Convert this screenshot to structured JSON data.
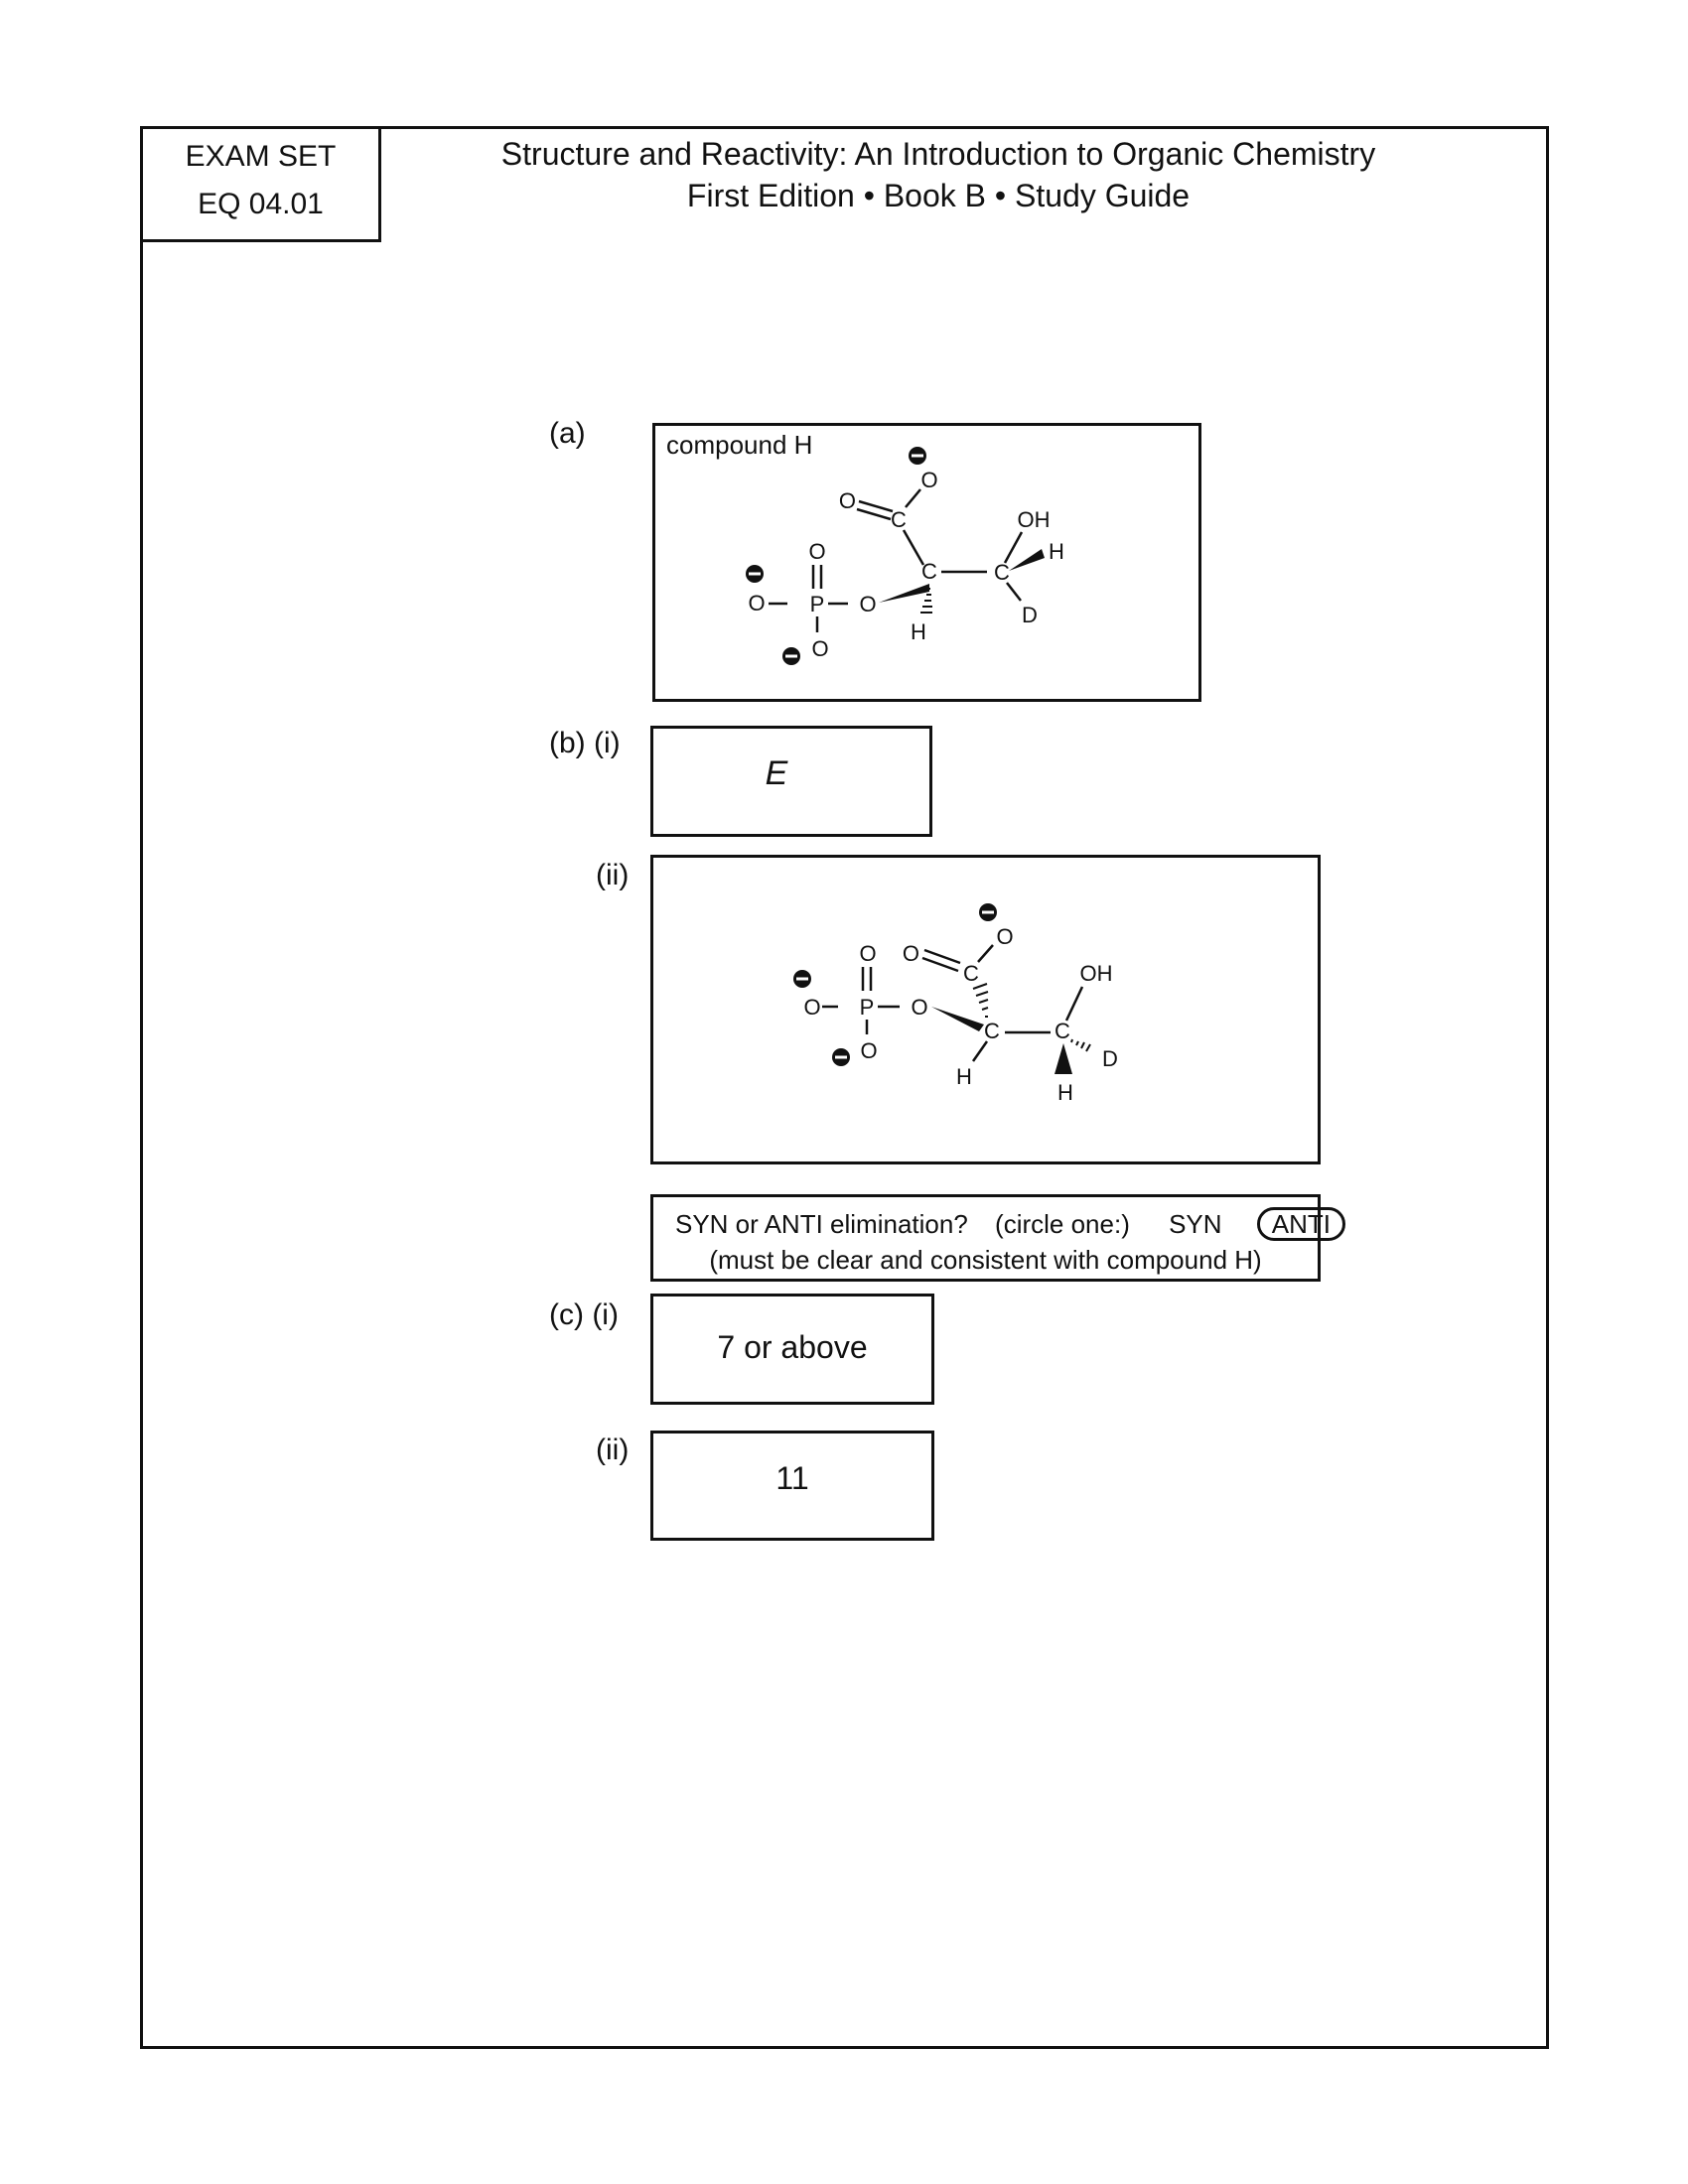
{
  "header": {
    "exam_set_label": "EXAM SET",
    "exam_set_code": "EQ 04.01",
    "title_line1": "Structure and Reactivity: An Introduction to Organic Chemistry",
    "title_line2": "First Edition • Book B • Study Guide"
  },
  "part_a": {
    "label": "(a)",
    "caption": "compound H",
    "atoms": {
      "O": "O",
      "P": "P",
      "C": "C",
      "H": "H",
      "D": "D",
      "OH": "OH",
      "minus": "−"
    }
  },
  "part_b": {
    "label_i": "(b) (i)",
    "answer_i": "E",
    "label_ii": "(ii)",
    "question": "SYN or ANTI elimination?",
    "instruction": "(circle one:)",
    "option_syn": "SYN",
    "option_anti": "ANTI",
    "note": "(must be clear and consistent with compound H)"
  },
  "part_c": {
    "label_i": "(c) (i)",
    "answer_i": "7 or above",
    "label_ii": "(ii)",
    "answer_ii": "11"
  }
}
